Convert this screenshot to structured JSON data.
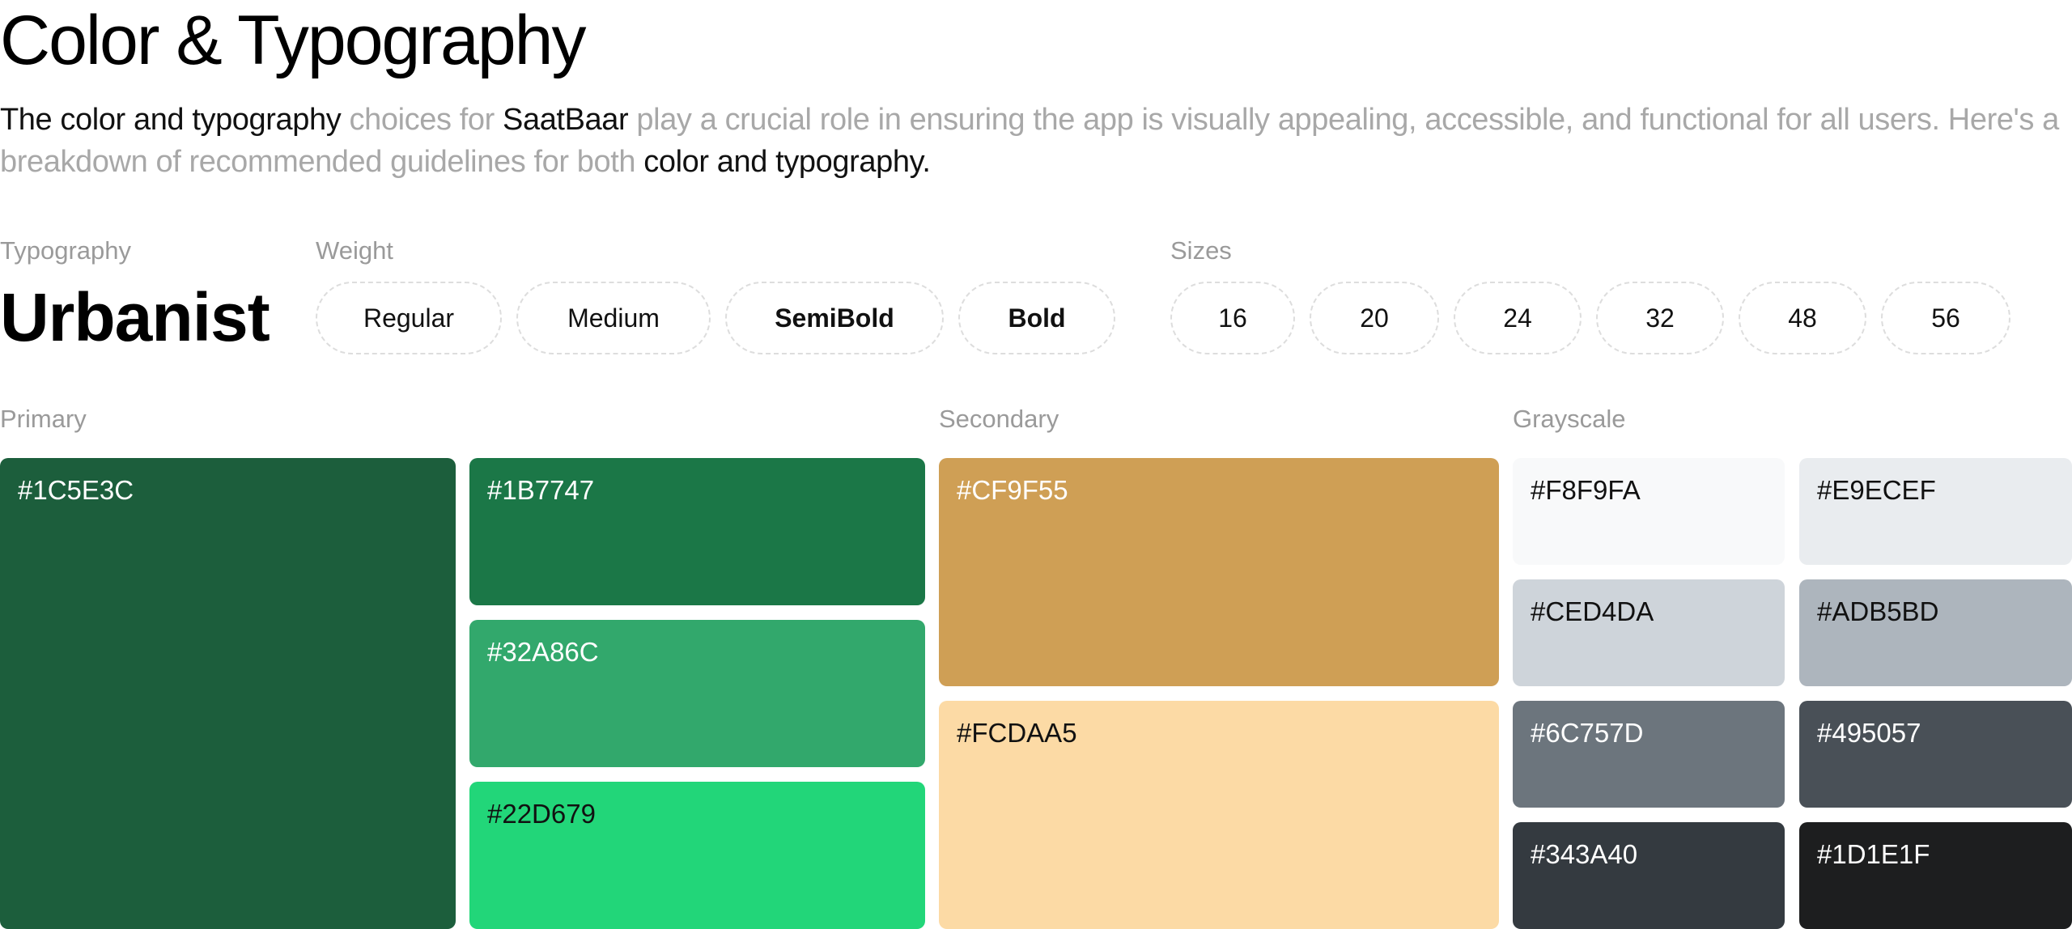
{
  "header": {
    "title": "Color & Typography",
    "intro": [
      {
        "text": "The color and typography",
        "highlight": true
      },
      {
        "text": " choices for ",
        "highlight": false
      },
      {
        "text": "SaatBaar",
        "highlight": true
      },
      {
        "text": " play a crucial role in ensuring the app is visually appealing, accessible, and functional for all users. Here's a breakdown of recommended guidelines for both ",
        "highlight": false
      },
      {
        "text": "color and typography.",
        "highlight": true
      }
    ]
  },
  "typography": {
    "label": "Typography",
    "font_name": "Urbanist",
    "weight_label": "Weight",
    "weights": [
      "Regular",
      "Medium",
      "SemiBold",
      "Bold"
    ],
    "sizes_label": "Sizes",
    "sizes": [
      "16",
      "20",
      "24",
      "32",
      "48",
      "56"
    ]
  },
  "colors": {
    "primary": {
      "label": "Primary",
      "swatches": [
        {
          "hex": "#1C5E3C",
          "text_color": "#ffffff"
        },
        {
          "hex": "#1B7747",
          "text_color": "#ffffff"
        },
        {
          "hex": "#32A86C",
          "text_color": "#ffffff"
        },
        {
          "hex": "#22D679",
          "text_color": "#111111"
        }
      ]
    },
    "secondary": {
      "label": "Secondary",
      "swatches": [
        {
          "hex": "#CF9F55",
          "text_color": "#ffffff"
        },
        {
          "hex": "#FCDAA5",
          "text_color": "#111111"
        }
      ]
    },
    "grayscale": {
      "label": "Grayscale",
      "swatches": [
        {
          "hex": "#F8F9FA",
          "text_color": "#111111"
        },
        {
          "hex": "#E9ECEF",
          "text_color": "#111111"
        },
        {
          "hex": "#CED4DA",
          "text_color": "#111111"
        },
        {
          "hex": "#ADB5BD",
          "text_color": "#111111"
        },
        {
          "hex": "#6C757D",
          "text_color": "#ffffff"
        },
        {
          "hex": "#495057",
          "text_color": "#ffffff"
        },
        {
          "hex": "#343A40",
          "text_color": "#ffffff"
        },
        {
          "hex": "#1D1E1F",
          "text_color": "#ffffff"
        }
      ]
    }
  }
}
